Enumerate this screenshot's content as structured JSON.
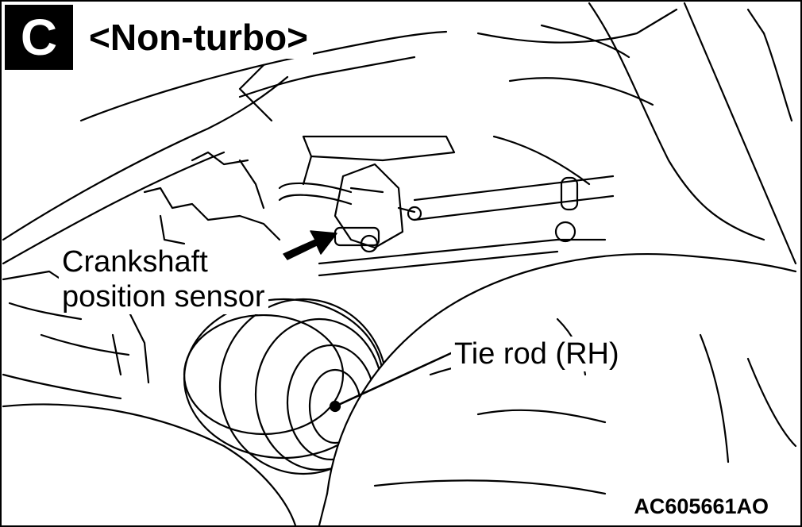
{
  "figure": {
    "badge": "C",
    "title": "<Non-turbo>",
    "code": "AC605661AO"
  },
  "callouts": {
    "crankshaft_line1": "Crankshaft",
    "crankshaft_line2": "position sensor",
    "tie_rod": "Tie rod (RH)"
  }
}
